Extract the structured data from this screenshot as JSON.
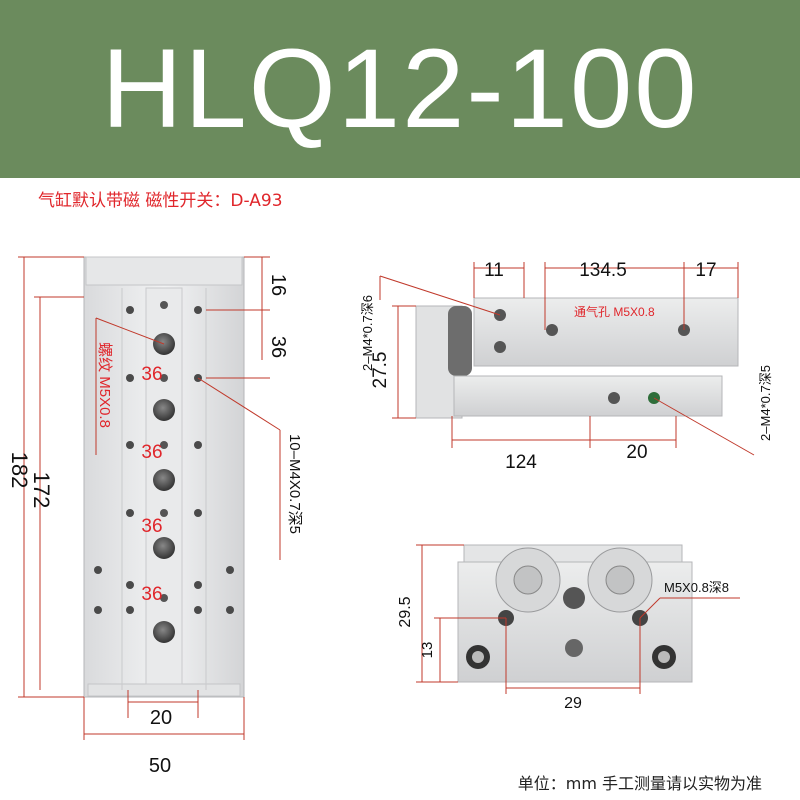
{
  "title": "HLQ12-100",
  "subtitle": "气缸默认带磁 磁性开关：D-A93",
  "footer": "单位：mm 手工测量请以实物为准",
  "colors": {
    "banner": "#6b8b5d",
    "accent": "#e0262b"
  },
  "front_view": {
    "dim_top": "16",
    "dim_pitch_right": "36",
    "overall_height": "182",
    "stroke_height": "172",
    "thread_label": "螺纹 M5X0.8",
    "pitch_labels": [
      "36",
      "36",
      "36",
      "36"
    ],
    "hole_callout": "10–M4X0.7深5",
    "dim_bottom_pitch": "20",
    "overall_width": "50"
  },
  "side_view": {
    "dim_11": "11",
    "dim_134_5": "134.5",
    "dim_17": "17",
    "port_label": "通气孔 M5X0.8",
    "left_callout": "2–M4*0.7深6",
    "dim_27_5": "27.5",
    "right_callout": "2–M4*0.7深5",
    "dim_124": "124",
    "dim_20": "20"
  },
  "end_view": {
    "dim_29_5": "29.5",
    "dim_13": "13",
    "callout": "M5X0.8深8",
    "dim_29": "29"
  }
}
